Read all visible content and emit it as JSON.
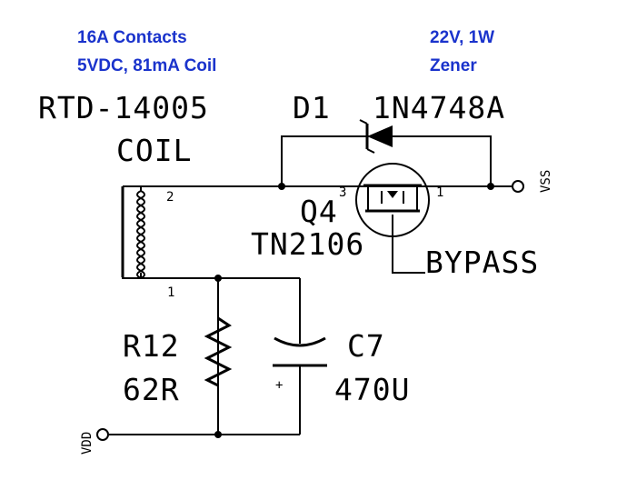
{
  "notes": {
    "contacts": "16A Contacts",
    "coil_spec": "5VDC, 81mA Coil",
    "zener_rating": "22V, 1W",
    "zener_type": "Zener"
  },
  "relay": {
    "part": "RTD-14005",
    "name": "COIL",
    "pin_top": "2",
    "pin_bottom": "1"
  },
  "diode": {
    "ref": "D1",
    "part": "1N4748A"
  },
  "mosfet": {
    "ref": "Q4",
    "part": "TN2106",
    "pin_left": "3",
    "pin_right": "1",
    "label": "BYPASS"
  },
  "resistor": {
    "ref": "R12",
    "value": "62R"
  },
  "capacitor": {
    "ref": "C7",
    "value": "470U",
    "polarity": "+"
  },
  "nets": {
    "vss": "VSS",
    "vdd": "VDD"
  },
  "colors": {
    "note_text": "#1a33cc",
    "lines": "#000000"
  }
}
